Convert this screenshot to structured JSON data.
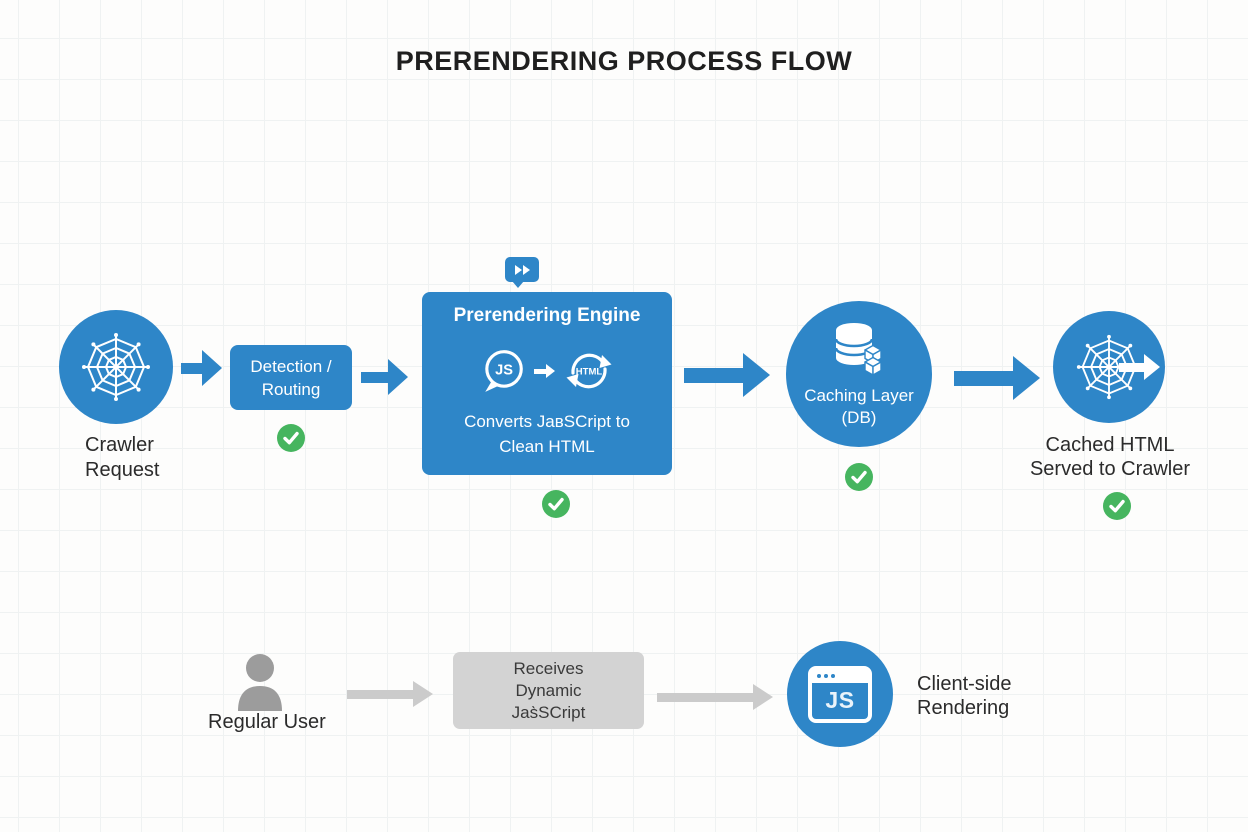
{
  "title": "PRERENDERING PROCESS FLOW",
  "colors": {
    "primary_blue": "#2e86c8",
    "check_green": "#46b55f",
    "gray_box": "#d3d3d3",
    "gray_arrow": "#cbcbcb",
    "user_gray": "#9c9c9c",
    "text_dark": "#2b2b2b"
  },
  "top_flow": {
    "crawler": {
      "label": "Crawler\nRequest"
    },
    "detection": {
      "label": "Detection /\nRouting"
    },
    "engine": {
      "title": "Prerendering Engine",
      "js_badge": "JS",
      "html_badge": "HTML",
      "subtitle": "Converts JaвSCript to\nClean HTML"
    },
    "caching": {
      "label": "Caching Layer\n(DB)"
    },
    "cached": {
      "label": "Cached HTML\nServed to Crawler"
    }
  },
  "bottom_flow": {
    "user": {
      "label": "Regular User"
    },
    "receives": {
      "label": "Receives\nDynamic\nJas̀SCript"
    },
    "client": {
      "js_badge": "JS",
      "label": "Client-side\nRendering"
    }
  }
}
